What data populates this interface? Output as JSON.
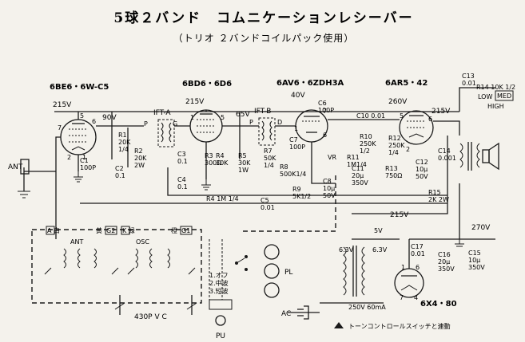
{
  "title": "5球２バンド　コムニケーションレシーバー",
  "subtitle": "（トリオ ２バンドコイルパック使用）",
  "tubes": [
    {
      "name": "6BE6・6W-C5",
      "voltage": "215V",
      "plate": "90V"
    },
    {
      "name": "6BD6・6D6",
      "voltage": "215V",
      "plate": "65V"
    },
    {
      "name": "6AV6・6ZDH3A",
      "voltage": "40V"
    },
    {
      "name": "6AR5・42",
      "voltage": "260V",
      "screen": "215V"
    },
    {
      "name": "6X4・80"
    }
  ],
  "ift": [
    "IFT-A",
    "IFT-B"
  ],
  "components": {
    "c1": "C1\n100P",
    "c2": "C2\n0.1",
    "r1": "R1\n20K\n1/4",
    "r2": "R2\n20K\n2W",
    "r3": "R3\n300Ω",
    "c3": "C3\n0.1",
    "c4": "C4\n0.1",
    "r4": "R4\n30K",
    "r5": "R5\n30K\n1W",
    "r41": "R4 1M 1/4",
    "c6": "C6\n100P",
    "c7": "C7\n100P",
    "r7": "R7\n50K\n1/4",
    "r8": "R8\n500K1/4",
    "r9": "R9\n5K1/2",
    "c8": "C8\n10μ\n50V",
    "vr": "VR",
    "r11": "R11\n1M1/4",
    "c10": "C10 0.01",
    "r10": "R10\n250K\n1/2",
    "c11": "C11\n20μ\n350V",
    "r12": "R12\n250K\n1/4",
    "r13": "R13\n750Ω",
    "c12": "C12\n10μ\n50V",
    "c13": "C13\n0.01",
    "r14": "R14 10K 1/2",
    "c14": "C14\n0.001",
    "r15": "R15\n2K 2W",
    "c15": "C15\n10μ\n350V",
    "c16": "C16\n20μ\n350V",
    "c17": "C17\n0.01",
    "c5": "C5\n0.01"
  },
  "tone": {
    "low": "LOW",
    "high": "HIGH",
    "med": "MED"
  },
  "band_labels": [
    "A 白",
    "黄",
    "G2",
    "K 緑",
    "橙",
    "G1"
  ],
  "coil_labels": {
    "ant": "ANT",
    "osc": "OSC"
  },
  "switch_legend": [
    "1.オフ",
    "2.中波",
    "3.短波"
  ],
  "misc": {
    "ant": "ANT",
    "pl": "PL",
    "pu": "PU",
    "ac": "AC",
    "vc": "430P V C",
    "heater": "6.3V",
    "heater5": "5V",
    "hv": "250V 60mA",
    "b_plus": "215V",
    "b_plus2": "270V",
    "note": "トーンコントロールスイッチと連動"
  }
}
